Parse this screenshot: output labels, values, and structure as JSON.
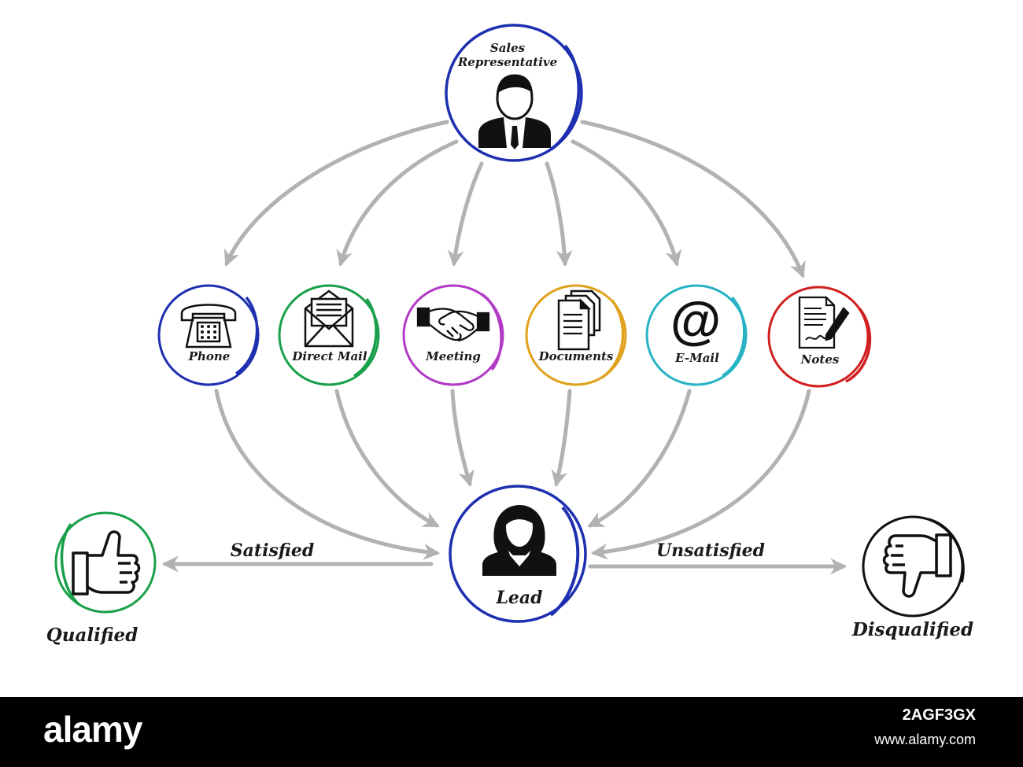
{
  "diagram": {
    "top": {
      "label_line1": "Sales",
      "label_line2": "Representative",
      "icon": "businessman-icon",
      "color": "#1e2fb0"
    },
    "channels": [
      {
        "label": "Phone",
        "icon": "phone-icon",
        "color": "#1e2fb0"
      },
      {
        "label": "Direct Mail",
        "icon": "envelope-icon",
        "color": "#1aa04a"
      },
      {
        "label": "Meeting",
        "icon": "handshake-icon",
        "color": "#b23ac6"
      },
      {
        "label": "Documents",
        "icon": "documents-icon",
        "color": "#e0a11c"
      },
      {
        "label": "E-Mail",
        "icon": "at-sign-icon",
        "color": "#27b3c4"
      },
      {
        "label": "Notes",
        "icon": "notes-icon",
        "color": "#d11f1f"
      }
    ],
    "center": {
      "label": "Lead",
      "icon": "businesswoman-icon",
      "color": "#1e2fb0"
    },
    "left_outcome": {
      "label": "Qualified",
      "edge_label": "Satisfied",
      "icon": "thumbs-up-icon",
      "color": "#1aa04a"
    },
    "right_outcome": {
      "label": "Disqualified",
      "edge_label": "Unsatisfied",
      "icon": "thumbs-down-icon",
      "color": "#111111"
    },
    "arrow_color": "#b2b2b2"
  },
  "watermark": {
    "brand": "alamy",
    "image_id": "2AGF3GX",
    "url": "www.alamy.com"
  }
}
